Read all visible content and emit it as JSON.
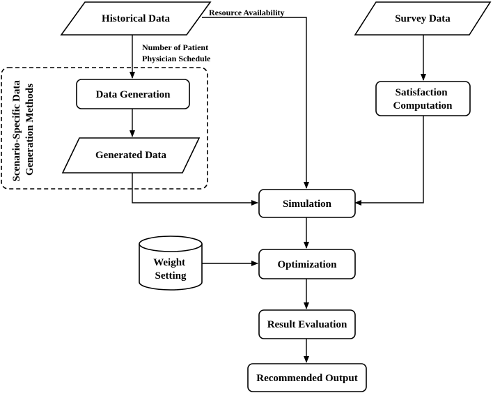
{
  "diagram": {
    "nodes": {
      "historical_data": "Historical Data",
      "survey_data": "Survey Data",
      "data_generation": "Data Generation",
      "generated_data": "Generated Data",
      "satisfaction_line1": "Satisfaction",
      "satisfaction_line2": "Computation",
      "simulation": "Simulation",
      "weight_line1": "Weight",
      "weight_line2": "Setting",
      "optimization": "Optimization",
      "result_evaluation": "Result Evaluation",
      "recommended_output": "Recommended Output"
    },
    "edge_labels": {
      "resource_availability": "Resource Availability",
      "number_of_patient": "Number of Patient",
      "physician_schedule": "Physician Schedule"
    },
    "group": {
      "label_line1": "Scenario-Specific Data",
      "label_line2": "Generation Methods"
    }
  }
}
